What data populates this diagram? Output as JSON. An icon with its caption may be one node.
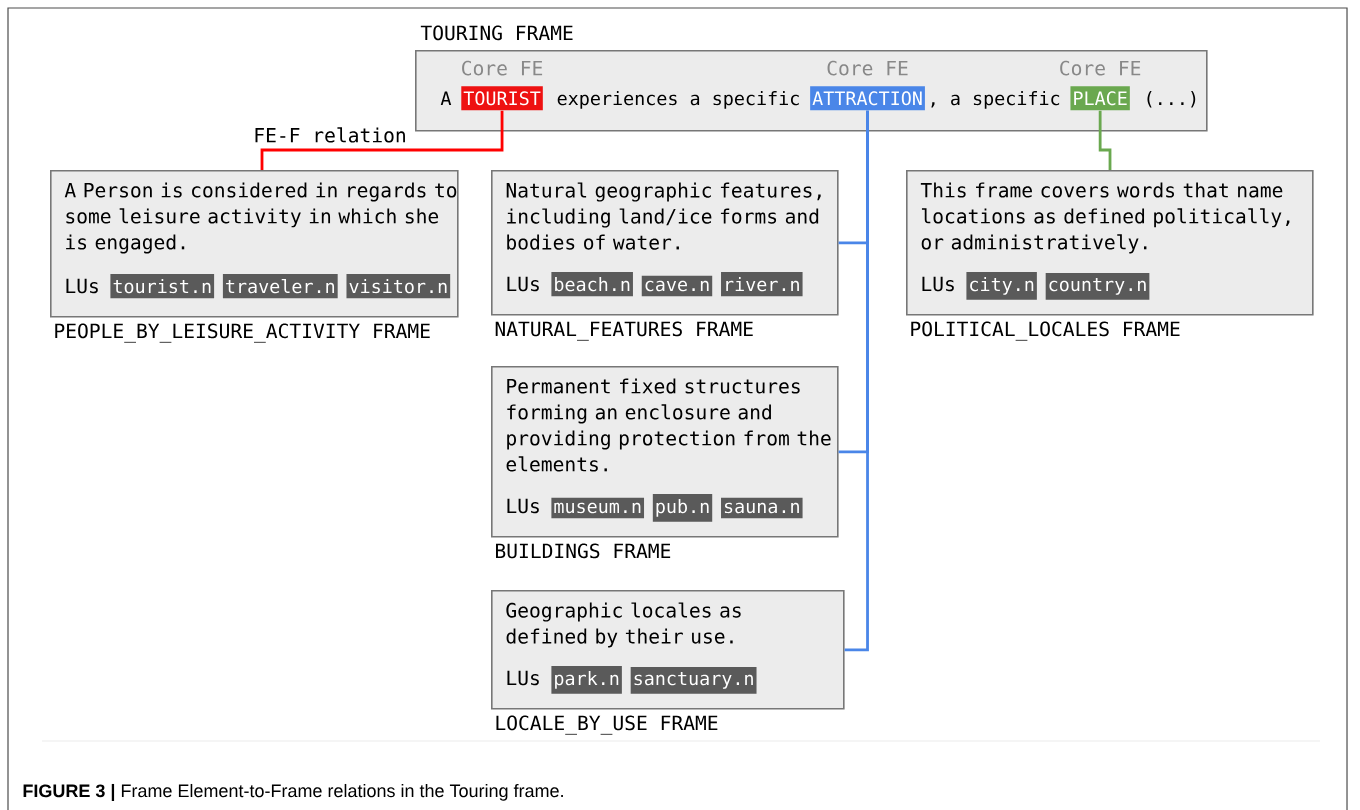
{
  "diagram": {
    "caption": "**FIGURE 3 |** Frame Element-to-Frame relations in the Touring frame.",
    "nodes": [
      {
        "text": [
          "TOURING FRAME"
        ]
      },
      {
        "text": [
          "TOURIST"
        ],
        "in": 0,
        "beside": [
          "Core FE"
        ]
      },
      {
        "text": [
          "ATTRACTION"
        ],
        "in": 0,
        "beside": [
          "Core FE"
        ]
      },
      {
        "text": [
          "PLACE"
        ],
        "in": 0,
        "beside": [
          "Core FE"
        ]
      },
      {
        "text": [
          "A Person is considered in regards to some leisure activity in which she is engaged.",
          "LUs"
        ],
        "beside": [
          "PEOPLE_BY_LEISURE_ACTIVITY FRAME"
        ]
      },
      {
        "text": [
          "tourist.n"
        ],
        "in": 4
      },
      {
        "text": [
          "traveler.n"
        ],
        "in": 4
      },
      {
        "text": [
          "visitor.n"
        ],
        "in": 4
      },
      {
        "text": [
          "Natural geographic features, including land/ice forms and bodies of water.",
          "LUs"
        ],
        "beside": [
          "NATURAL_FEATURES FRAME"
        ]
      },
      {
        "text": [
          "beach.n"
        ],
        "in": 8
      },
      {
        "text": [
          "cave.n"
        ],
        "in": 8
      },
      {
        "text": [
          "river.n"
        ],
        "in": 8
      },
      {
        "text": [
          "This frame covers words that name locations as defined politically, or administratively.",
          "LUs"
        ],
        "beside": [
          "POLITICAL_LOCALES FRAME"
        ]
      },
      {
        "text": [
          "city.n"
        ],
        "in": 12
      },
      {
        "text": [
          "country.n"
        ],
        "in": 12
      },
      {
        "text": [
          "Permanent fixed structures forming an enclosure and providing protection from the elements.",
          "LUs"
        ],
        "beside": [
          "BUILDINGS FRAME"
        ]
      },
      {
        "text": [
          "museum.n"
        ],
        "in": 15
      },
      {
        "text": [
          "pub.n"
        ],
        "in": 15
      },
      {
        "text": [
          "sauna.n"
        ],
        "in": 15
      },
      {
        "text": [
          "Geographic locales as defined by their use.",
          "LUs"
        ],
        "beside": [
          "LOCALE_BY_USE FRAME"
        ]
      },
      {
        "text": [
          "park.n"
        ],
        "in": 19
      },
      {
        "text": [
          "sanctuary.n"
        ],
        "in": 19
      }
    ],
    "edges": [
      {
        "from": 1,
        "to": 4,
        "arrow": "none",
        "label": "FE-F relation",
        "color": "#ff0000"
      },
      {
        "from": 2,
        "to": 8,
        "arrow": "none"
      },
      {
        "from": 2,
        "to": 15,
        "arrow": "none"
      },
      {
        "from": 2,
        "to": 19,
        "arrow": "none"
      },
      {
        "from": 3,
        "to": 12,
        "arrow": "none",
        "color": "#6aa84f"
      }
    ],
    "labels": [
      "A",
      "experiences a specific",
      ", a specific",
      "(...)"
    ]
  }
}
